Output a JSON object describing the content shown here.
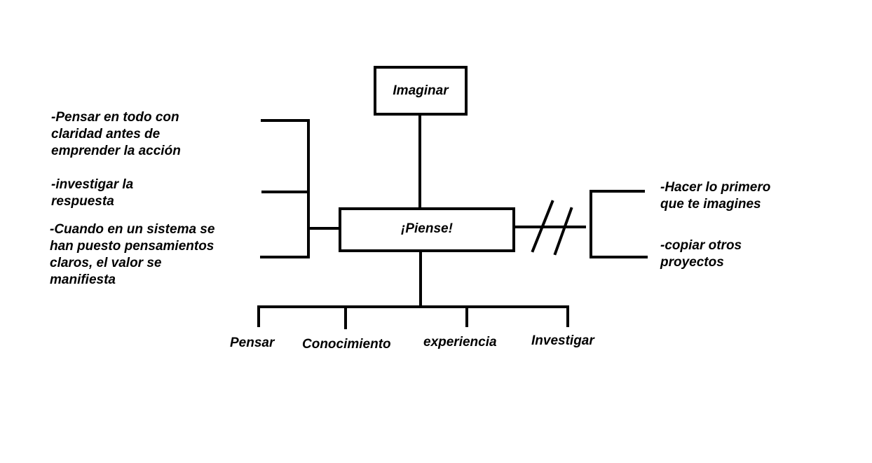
{
  "diagram": {
    "center_label": "¡Piense!",
    "top_label": "Imaginar",
    "left_items": [
      [
        "-Pensar en todo con",
        "claridad antes de",
        "emprender la acción"
      ],
      [
        "-investigar la",
        "respuesta"
      ],
      [
        "-Cuando en un sistema se",
        "han puesto pensamientos",
        "claros, el valor se",
        "manifiesta"
      ]
    ],
    "right_items": [
      [
        "-Hacer lo primero",
        "que te imagines"
      ],
      [
        "-copiar otros",
        "proyectos"
      ]
    ],
    "bottom_items": [
      "Pensar",
      "Conocimiento",
      "experiencia",
      "Investigar"
    ]
  }
}
